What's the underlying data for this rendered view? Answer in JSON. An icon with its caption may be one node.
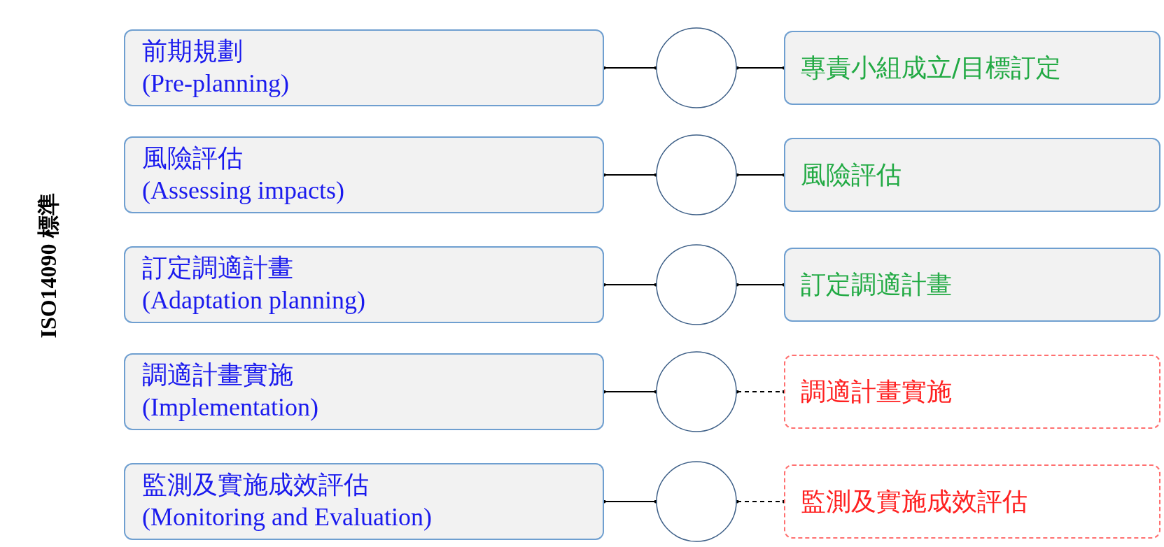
{
  "diagram": {
    "nodes": [
      {
        "text": [
          "前期規劃",
          "(Pre-planning)"
        ]
      },
      {
        "text": [],
        "shape": "circle"
      },
      {
        "text": [
          "專責小組成立/目標訂定"
        ]
      },
      {
        "text": [
          "風險評估",
          "(Assessing impacts)"
        ]
      },
      {
        "text": [],
        "shape": "circle"
      },
      {
        "text": [
          "風險評估"
        ]
      },
      {
        "text": [
          "訂定調適計畫",
          "(Adaptation planning)"
        ]
      },
      {
        "text": [],
        "shape": "circle"
      },
      {
        "text": [
          "訂定調適計畫"
        ]
      },
      {
        "text": [
          "調適計畫實施",
          "(Implementation)"
        ]
      },
      {
        "text": [],
        "shape": "circle"
      },
      {
        "text": [
          "調適計畫實施"
        ]
      },
      {
        "text": [
          "監測及實施成效評估",
          "(Monitoring and Evaluation)"
        ]
      },
      {
        "text": [],
        "shape": "circle"
      },
      {
        "text": [
          "監測及實施成效評估"
        ]
      }
    ],
    "edges": [
      {
        "from": 0,
        "to": 1,
        "arrow": "other"
      },
      {
        "from": 1,
        "to": 2,
        "arrow": "other"
      },
      {
        "from": 3,
        "to": 4,
        "arrow": "other"
      },
      {
        "from": 4,
        "to": 5,
        "arrow": "other"
      },
      {
        "from": 6,
        "to": 7,
        "arrow": "other"
      },
      {
        "from": 7,
        "to": 8,
        "arrow": "other"
      },
      {
        "from": 9,
        "to": 10,
        "arrow": "other"
      },
      {
        "from": 10,
        "to": 11,
        "arrow": "other",
        "style": "dashed"
      },
      {
        "from": 12,
        "to": 13,
        "arrow": "other"
      },
      {
        "from": 13,
        "to": 14,
        "arrow": "other",
        "style": "dashed"
      }
    ],
    "labels": [
      "ISO14090 標準"
    ]
  }
}
